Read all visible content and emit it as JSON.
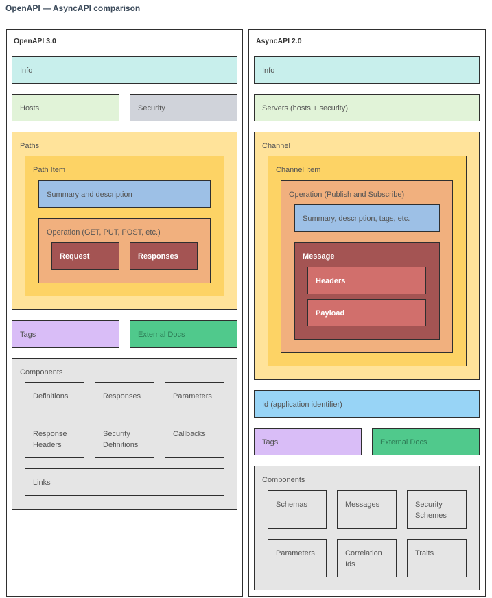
{
  "page_title": "OpenAPI — AsyncAPI comparison",
  "openapi": {
    "title": "OpenAPI 3.0",
    "info": "Info",
    "hosts": "Hosts",
    "security": "Security",
    "paths": "Paths",
    "path_item": "Path Item",
    "summary": "Summary and description",
    "operation": "Operation (GET, PUT, POST, etc.)",
    "request": "Request",
    "responses": "Responses",
    "tags": "Tags",
    "external_docs": "External Docs",
    "components": {
      "label": "Components",
      "definitions": "Definitions",
      "responses": "Responses",
      "parameters": "Parameters",
      "response_headers": "Response Headers",
      "security_definitions": "Security Definitions",
      "callbacks": "Callbacks",
      "links": "Links"
    }
  },
  "asyncapi": {
    "title": "AsyncAPI 2.0",
    "info": "Info",
    "servers": "Servers (hosts + security)",
    "channel": "Channel",
    "channel_item": "Channel Item",
    "operation": "Operation (Publish and Subscribe)",
    "summary": "Summary, description, tags, etc.",
    "message": "Message",
    "headers": "Headers",
    "payload": "Payload",
    "id": "Id (application identifier)",
    "tags": "Tags",
    "external_docs": "External Docs",
    "components": {
      "label": "Components",
      "schemas": "Schemas",
      "messages": "Messages",
      "security_schemes": "Security Schemes",
      "parameters": "Parameters",
      "correlation_ids": "Correlation Ids",
      "traits": "Traits"
    }
  }
}
